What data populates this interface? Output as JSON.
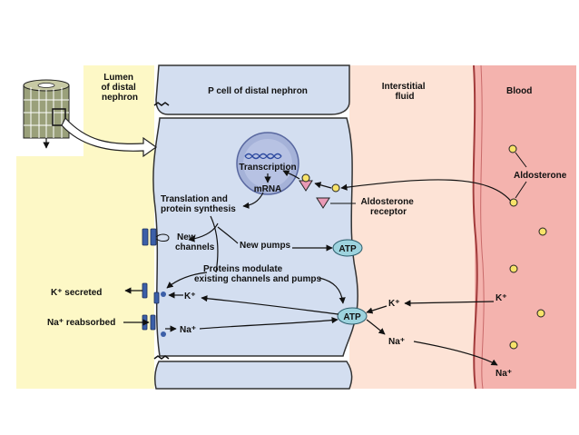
{
  "regions": {
    "lumen": [
      "Lumen",
      "of distal",
      "nephron"
    ],
    "cell": "P cell of distal nephron",
    "interstitial": [
      "Interstitial",
      "fluid"
    ],
    "blood": "Blood"
  },
  "labels": {
    "transcription": "Transcription",
    "mrna": "mRNA",
    "translation": [
      "Translation and",
      "protein synthesis"
    ],
    "aldosterone_receptor": [
      "Aldosterone",
      "receptor"
    ],
    "aldosterone": "Aldosterone",
    "new_channels": [
      "New",
      "channels"
    ],
    "new_pumps": "New pumps",
    "proteins_modulate": [
      "Proteins modulate",
      "existing channels and pumps"
    ],
    "atp": "ATP",
    "k_secreted": "K⁺ secreted",
    "na_reabsorbed": "Na⁺ reabsorbed",
    "k_ion": "K⁺",
    "na_ion": "Na⁺"
  },
  "colors": {
    "lumen": "#fdf8c6",
    "cell": "#d3def0",
    "interstitial": "#fde3d6",
    "blood": "#f4b3ae",
    "atp": "#9dd3de",
    "receptor": "#e99ab6",
    "aldosterone_dot": "#f7e36a"
  }
}
